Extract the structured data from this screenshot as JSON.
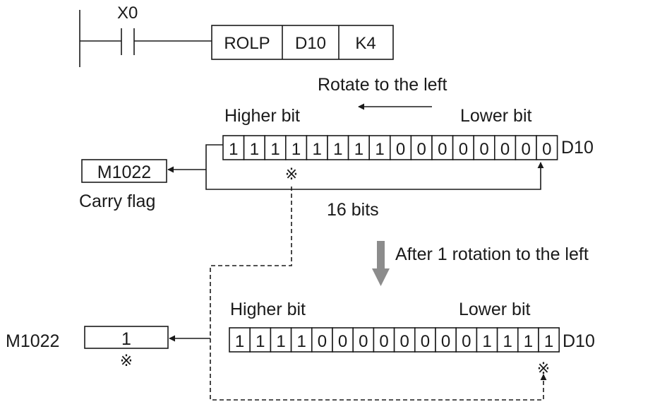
{
  "ladder": {
    "contact": "X0",
    "instruction": "ROLP",
    "operand1": "D10",
    "operand2": "K4"
  },
  "before": {
    "direction_label": "Rotate to the left",
    "higher_label": "Higher bit",
    "lower_label": "Lower bit",
    "bits": [
      "1",
      "1",
      "1",
      "1",
      "1",
      "1",
      "1",
      "1",
      "0",
      "0",
      "0",
      "0",
      "0",
      "0",
      "0",
      "0"
    ],
    "register": "D10",
    "carry_box": "M1022",
    "carry_label": "Carry flag",
    "width_label": "16 bits",
    "marker": "※"
  },
  "after": {
    "caption": "After 1 rotation to the left",
    "higher_label": "Higher bit",
    "lower_label": "Lower bit",
    "bits": [
      "1",
      "1",
      "1",
      "1",
      "0",
      "0",
      "0",
      "0",
      "0",
      "0",
      "0",
      "0",
      "1",
      "1",
      "1",
      "1"
    ],
    "register": "D10",
    "carry_name": "M1022",
    "carry_value": "1",
    "marker_carry": "※",
    "marker_lsb": "※"
  },
  "colors": {
    "line": "#1a1a1a",
    "arrow_gray": "#8c8c8c"
  }
}
